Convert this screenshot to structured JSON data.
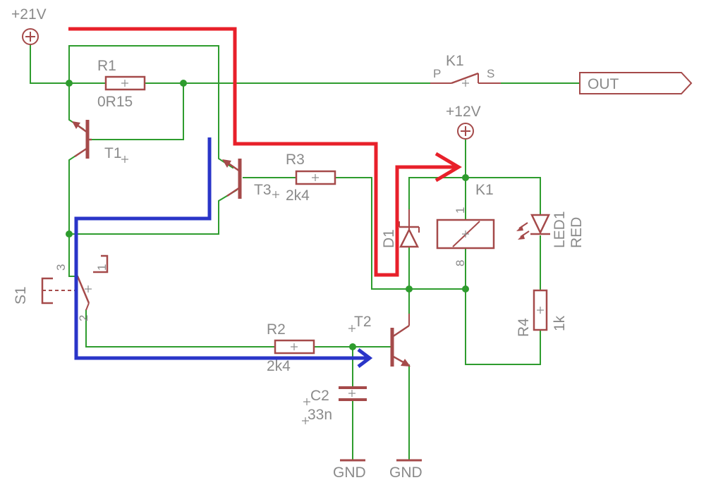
{
  "supplies": {
    "v21": "+21V",
    "v12": "+12V"
  },
  "components": {
    "r1": {
      "name": "R1",
      "value": "0R15"
    },
    "r2": {
      "name": "R2",
      "value": "2k4"
    },
    "r3": {
      "name": "R3",
      "value": "2k4"
    },
    "r4": {
      "name": "R4",
      "value": "1k"
    },
    "c2": {
      "name": "C2",
      "value": "33n"
    },
    "t1": {
      "name": "T1"
    },
    "t2": {
      "name": "T2"
    },
    "t3": {
      "name": "T3"
    },
    "d1": {
      "name": "D1"
    },
    "led1": {
      "name": "LED1",
      "value": "RED"
    },
    "k1_contact": {
      "name": "K1",
      "pin_p": "P",
      "pin_s": "S"
    },
    "k1_coil": {
      "name": "K1",
      "pin_1": "1",
      "pin_8": "8"
    },
    "s1": {
      "name": "S1",
      "pin_1": "1",
      "pin_2": "2",
      "pin_3": "3"
    }
  },
  "ports": {
    "out": "OUT",
    "gnd_left": "GND",
    "gnd_right": "GND"
  },
  "colors": {
    "wire": "#2e9c2e",
    "component": "#a54a4a",
    "label": "#8a8a8a",
    "path_red": "#e8202a",
    "path_blue": "#2a35c8"
  }
}
